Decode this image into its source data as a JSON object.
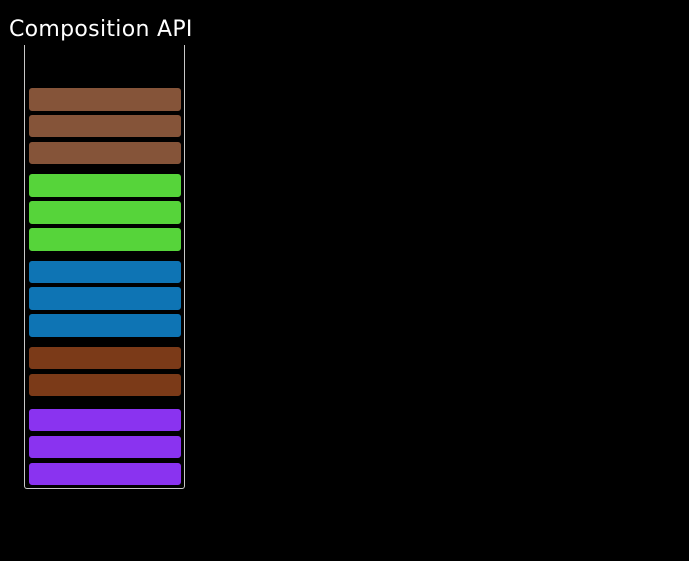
{
  "title": "Composition API",
  "palette": {
    "background": "#000000",
    "title_color": "#ffffff",
    "container_border": "#c9c9c9"
  },
  "stack": {
    "groups": [
      {
        "id": "layer-group-1",
        "color": "#855439",
        "bars": 3
      },
      {
        "id": "layer-group-2",
        "color": "#56d43a",
        "bars": 3
      },
      {
        "id": "layer-group-3",
        "color": "#0e74b4",
        "bars": 3
      },
      {
        "id": "layer-group-4",
        "color": "#7b3a18",
        "bars": 2
      },
      {
        "id": "layer-group-5",
        "color": "#8a33f0",
        "bars": 3
      }
    ]
  }
}
